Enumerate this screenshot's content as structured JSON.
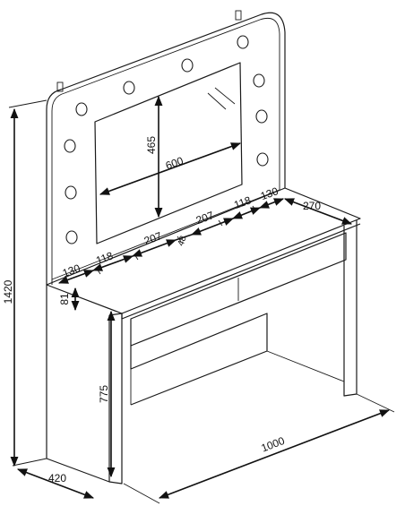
{
  "dimensions": {
    "total_height": "1420",
    "mirror_height": "465",
    "mirror_width": "600",
    "shelf_depth": "270",
    "shelf_right_edge": "130",
    "shelf_right_mid": "118",
    "shelf_right_inner": "207",
    "shelf_left_inner": "207",
    "shelf_left_mid": "118",
    "shelf_left_edge": "130",
    "shelf_center_gap": "48",
    "shelf_thickness": "81",
    "table_height": "775",
    "table_depth": "420",
    "table_width": "1000"
  }
}
